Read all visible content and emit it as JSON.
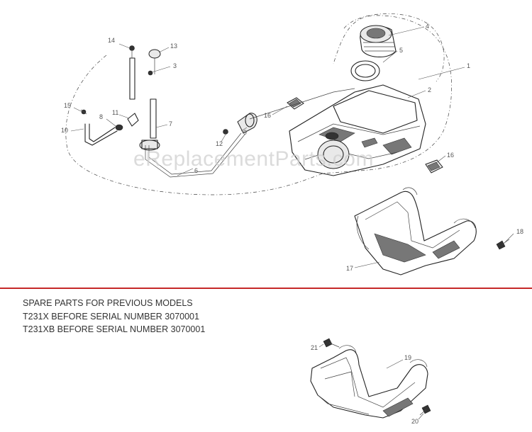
{
  "watermark": "eReplacementParts.com",
  "spare_parts": {
    "heading": "SPARE PARTS FOR PREVIOUS MODELS",
    "line1": "T231X BEFORE SERIAL NUMBER 3070001",
    "line2": "T231XB BEFORE SERIAL NUMBER 3070001"
  },
  "callouts": {
    "c1": "1",
    "c2": "2",
    "c3": "3",
    "c4": "4",
    "c5": "5",
    "c6": "6",
    "c7": "7",
    "c8": "8",
    "c9": "9",
    "c10": "10",
    "c11": "11",
    "c12": "12",
    "c13": "13",
    "c14": "14",
    "c15": "15",
    "c16a": "16",
    "c16b": "16",
    "c17": "17",
    "c18": "18",
    "c19": "19",
    "c20": "20",
    "c21": "21"
  },
  "colors": {
    "divider": "#c62828",
    "ink": "#222222",
    "watermark": "#cfcfcf"
  }
}
